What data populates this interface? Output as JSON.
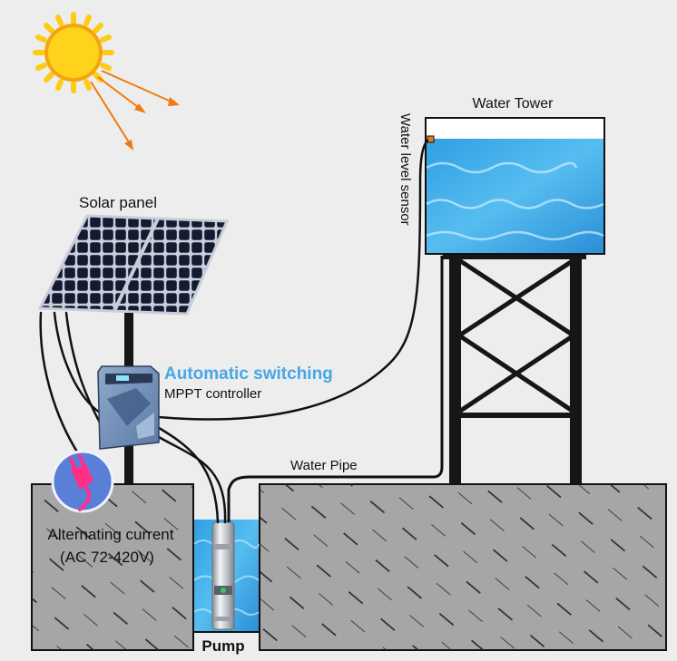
{
  "labels": {
    "solar_panel": "Solar panel",
    "water_tower": "Water Tower",
    "water_level_sensor": "Water  level sensor",
    "automatic_switching": "Automatic switching",
    "mppt_controller": "MPPT controller",
    "water_pipe": "Water Pipe",
    "alternating_current": "Alternating current",
    "ac_range": "(AC 72-420V)",
    "pump": "Pump"
  },
  "colors": {
    "background": "#ededed",
    "ground": "#a6a6a6",
    "sun": "#ffd21a",
    "sun_ray": "#f07a12",
    "water": "#3aa9e8",
    "highlight_text": "#49a6e6",
    "ac_badge": "#5a7fd8",
    "plug": "#ff2f88",
    "controller": "#6f8fb8",
    "panel": "#17203a",
    "structure": "#161616"
  },
  "icons": {
    "sun": "sun-icon",
    "plug": "power-plug-icon"
  }
}
